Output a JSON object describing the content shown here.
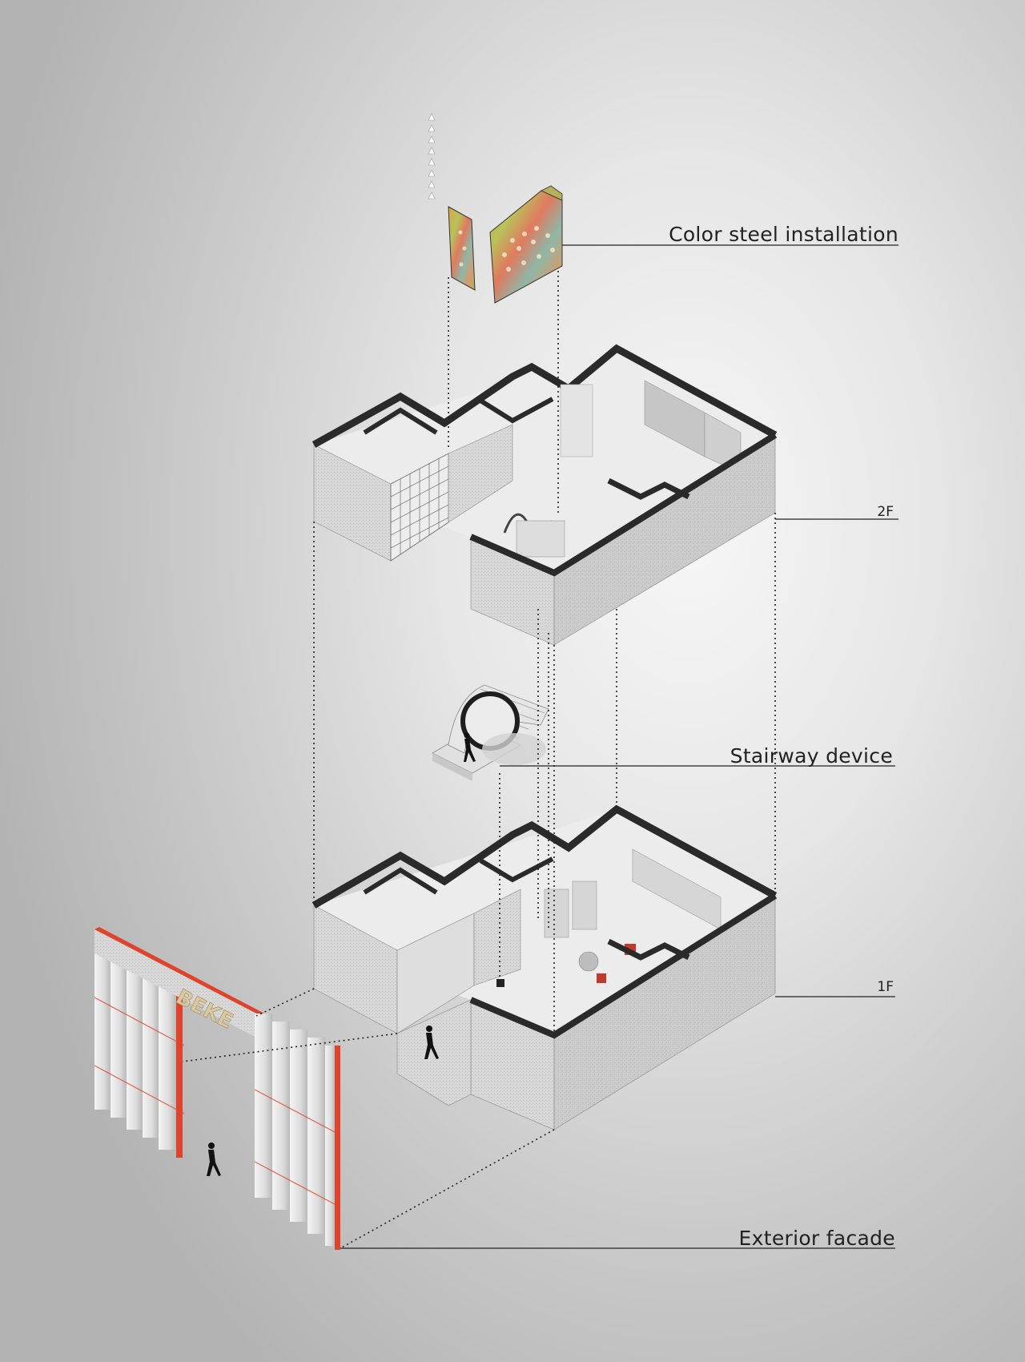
{
  "labels": {
    "color_steel": "Color steel installation",
    "floor_2f": "2F",
    "stairway": "Stairway device",
    "floor_1f": "1F",
    "facade": "Exterior facade"
  },
  "facade_sign": "BEKE",
  "colors": {
    "wall": "#d9d9d9",
    "wall_dark": "#cfcfcf",
    "wall_top": "#2a2a2a",
    "floor": "#ececec",
    "accent_red": "#e0432b",
    "line": "#222222"
  }
}
